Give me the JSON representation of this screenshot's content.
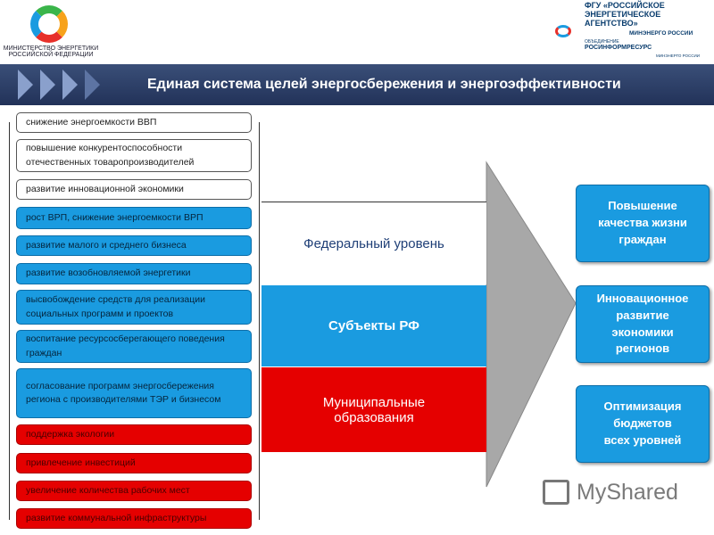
{
  "logos": {
    "ministry": "МИНИСТЕРСТВО ЭНЕРГЕТИКИ РОССИЙСКОЙ ФЕДЕРАЦИИ",
    "agency_line1": "ФГУ «РОССИЙСКОЕ ЭНЕРГЕТИЧЕСКОЕ АГЕНТСТВО»",
    "agency_line2": "МИНЭНЕРГО РОССИИ",
    "union_small": "ОБЪЕДИНЕНИЕ",
    "union": "РОСИНФОРМРЕСУРС",
    "union_sub": "МИНЭНЕРГО РОССИИ"
  },
  "title": "Единая система целей энергосбережения и энергоэффективности",
  "goals": {
    "federal": [
      "снижение энергоемкости ВВП",
      "повышение конкурентоспособности отечественных товаропроизводителей",
      "развитие инновационной экономики"
    ],
    "regional": [
      "рост ВРП, снижение энергоемкости ВРП",
      "развитие малого и среднего бизнеса",
      "развитие возобновляемой энергетики",
      "высвобождение средств для реализации социальных программ и проектов",
      "воспитание ресурсосберегающего поведения граждан",
      "согласование программ энергосбережения региона с производителями ТЭР и бизнесом"
    ],
    "municipal": [
      "поддержка экологии",
      "привлечение инвестиций",
      "увеличение количества рабочих мест",
      "развитие коммунальной инфраструктуры"
    ]
  },
  "levels": [
    "Федеральный уровень",
    "Субъекты РФ",
    "Муниципальные образования"
  ],
  "outcomes": [
    "Повышение качества жизни граждан",
    "Инновационное развитие экономики регионов",
    "Оптимизация бюджетов всех уровней"
  ],
  "watermark": "MyShared",
  "colors": {
    "blue": "#1a9be0",
    "red": "#e50000",
    "header": "#2a3c66",
    "arrow": "#a8a8a8"
  }
}
